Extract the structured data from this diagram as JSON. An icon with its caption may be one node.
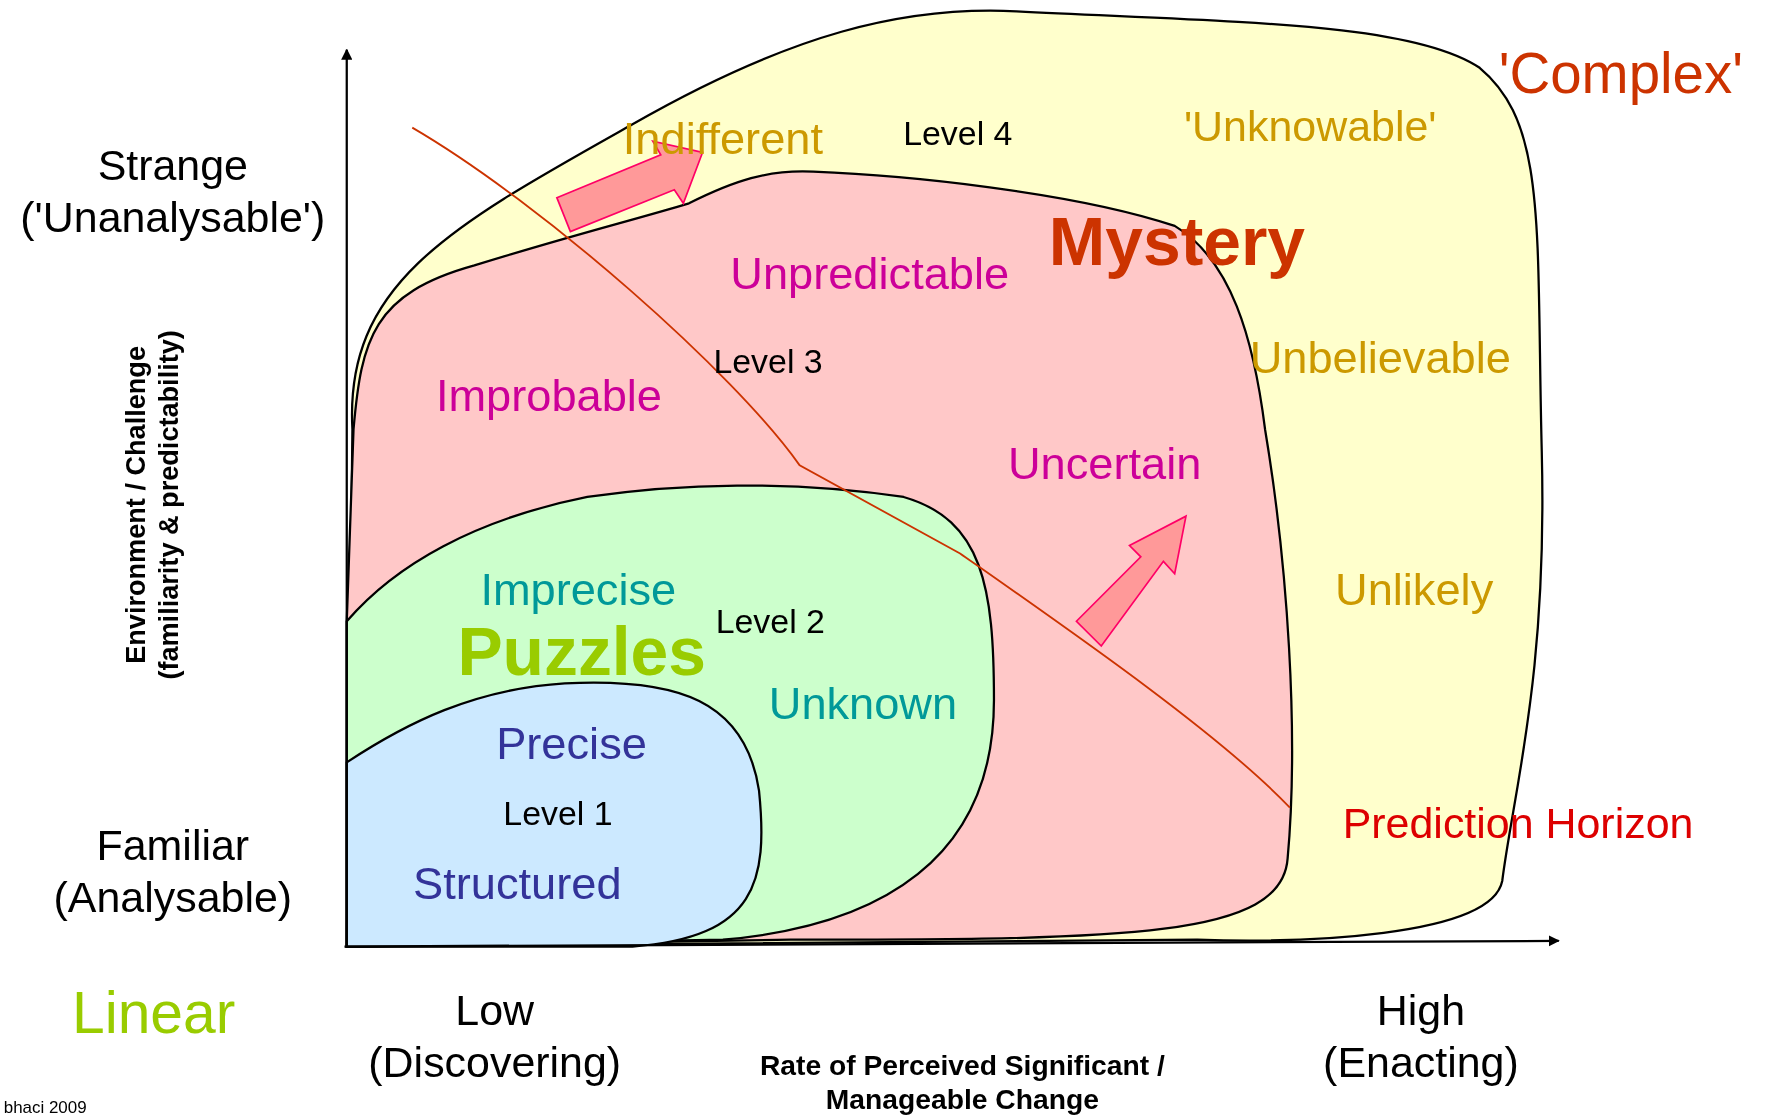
{
  "diagram": {
    "nodes": [
      {
        "text": [
          "Indifferent",
          "Level 4",
          "'Unknowable'",
          "Unbelievable",
          "Unlikely"
        ]
      },
      {
        "text": [
          "Mystery",
          "Unpredictable",
          "Improbable",
          "Level 3",
          "Uncertain"
        ],
        "in": 0
      },
      {
        "text": [
          "Imprecise",
          "Puzzles",
          "Level 2",
          "Unknown"
        ],
        "in": 1
      },
      {
        "text": [
          "Precise",
          "Level 1",
          "Structured"
        ],
        "in": 2
      }
    ],
    "edges": [],
    "labels": [
      "'Complex'",
      "Strange ('Unanalysable')",
      "Environment / Challenge (familiarity & predictability)",
      "Familiar (Analysable)",
      "Linear",
      "Low (Discovering)",
      "Rate of Perceived Significant / Manageable Change",
      "High (Enacting)",
      "Prediction Horizon",
      "bhaci 2009"
    ]
  }
}
